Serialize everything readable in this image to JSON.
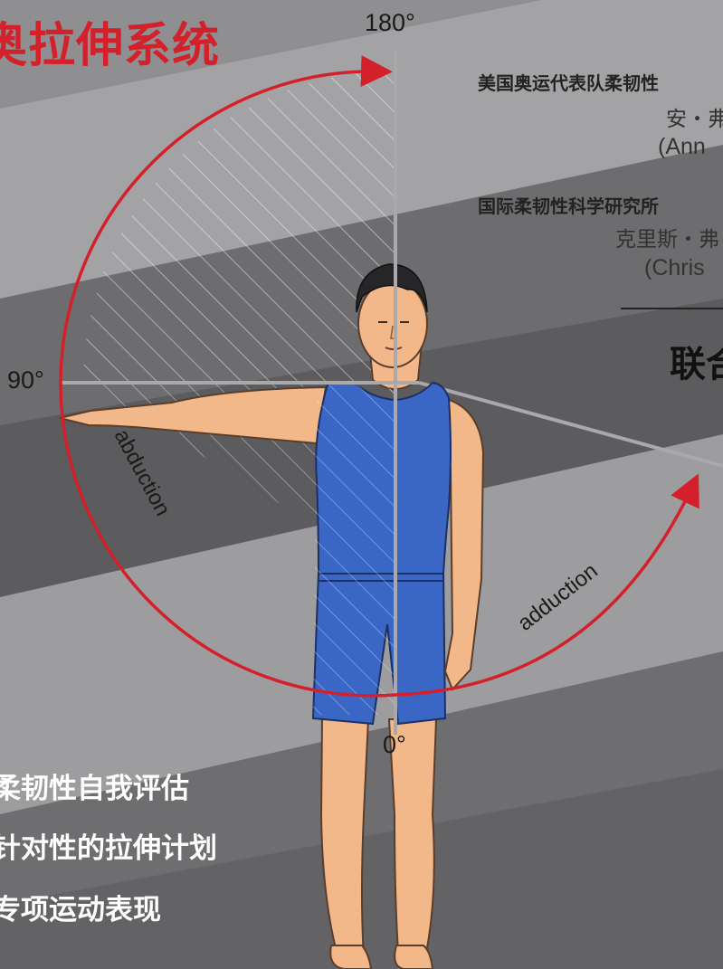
{
  "cover": {
    "title": "奥拉伸系统",
    "angles": {
      "top": "180°",
      "side": "90°",
      "bottom": "0°"
    },
    "motions": {
      "raise": "abduction",
      "lower": "adduction"
    },
    "credits": [
      {
        "title": "美国奥运代表队柔韧性",
        "name": "安・弗",
        "english": "(Ann"
      },
      {
        "title": "国际柔韧性科学研究所",
        "name": "克里斯・弗",
        "english": "(Chris"
      }
    ],
    "joint_label": "联合",
    "bullets": [
      "柔韧性自我评估",
      "针对性的拉伸计划",
      "专项运动表现"
    ]
  },
  "colors": {
    "accent_red": "#d3202a",
    "shirt_blue": "#3a66c6",
    "skin": "#f2b88a",
    "background_dark": "#5a5a5c",
    "background_light": "#9c9c9e"
  }
}
